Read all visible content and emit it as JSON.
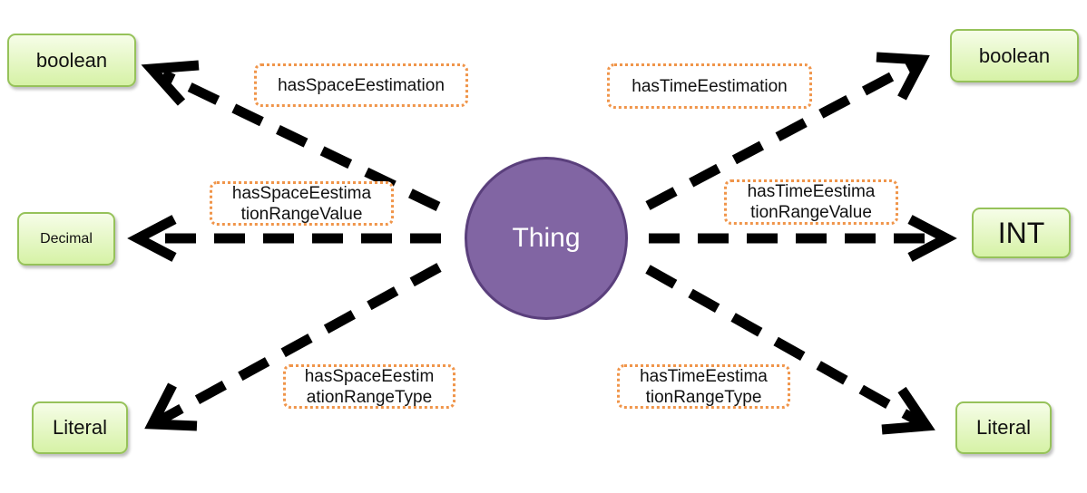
{
  "center": {
    "label": "Thing"
  },
  "targets": {
    "top_left": "boolean",
    "middle_left": "Decimal",
    "bottom_left": "Literal",
    "top_right": "boolean",
    "middle_right": "INT",
    "bottom_right": "Literal"
  },
  "properties": {
    "space_estimation": "hasSpaceEestimation",
    "space_range_value": [
      "hasSpaceEestima",
      "tionRangeValue"
    ],
    "space_range_type": [
      "hasSpaceEestim",
      "ationRangeType"
    ],
    "time_estimation": "hasTimeEestimation",
    "time_range_value": [
      "hasTimeEestima",
      "tionRangeValue"
    ],
    "time_range_type": [
      "hasTimeEestima",
      "tionRangeType"
    ]
  },
  "colors": {
    "center_fill": "#8165a3",
    "center_border": "#5a3f7c",
    "node_border": "#96c25a",
    "label_border": "#f0954a",
    "arrow": "#000000"
  }
}
